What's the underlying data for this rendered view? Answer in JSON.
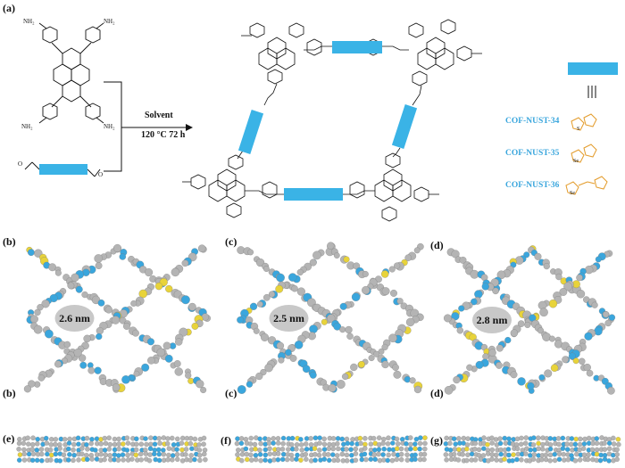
{
  "colors": {
    "linker_blue": "#3ab3e6",
    "atom_gray": "#b4b4b4",
    "atom_blue": "#3aa6dd",
    "atom_yellow": "#e8d33a",
    "label_blue": "#3aa6dd"
  },
  "panels": {
    "a": "(a)",
    "b": "(b)",
    "c": "(c)",
    "d": "(d)",
    "e": "(e)",
    "f": "(f)",
    "g": "(g)"
  },
  "reaction": {
    "solvent": "Solvent",
    "conditions": "120 °C 72 h",
    "amine_label": "NH₂",
    "aldehyde_label": "O"
  },
  "cofs": [
    {
      "name": "COF-NUST-34",
      "heteroatom": "S"
    },
    {
      "name": "COF-NUST-35",
      "heteroatom": "Se"
    },
    {
      "name": "COF-NUST-36",
      "heteroatom": "Se"
    }
  ],
  "pores": {
    "b": "2.6 nm",
    "c": "2.5 nm",
    "d": "2.8 nm"
  }
}
